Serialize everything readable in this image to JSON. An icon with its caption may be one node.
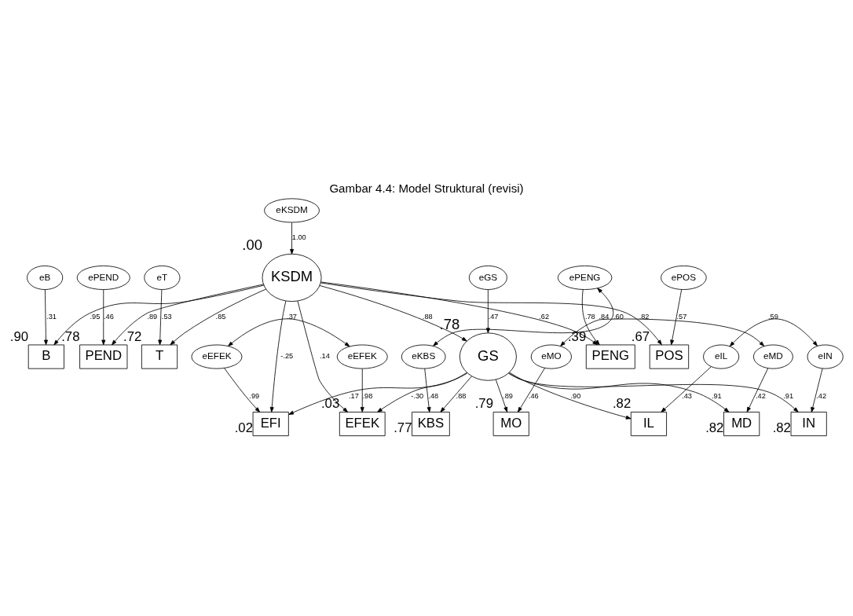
{
  "diagram": {
    "title": "Gambar 4.4: Model Struktural (revisi)",
    "nodes": [
      {
        "text": [
          "eT"
        ]
      },
      {
        "text": [
          "T"
        ],
        "beside": [
          ".72"
        ]
      },
      {
        "text": [
          "eB"
        ]
      },
      {
        "text": [
          "B"
        ],
        "beside": [
          ".90"
        ]
      },
      {
        "text": [
          "ePEND"
        ]
      },
      {
        "text": [
          "PEND"
        ],
        "beside": [
          ".78"
        ]
      },
      {
        "text": [
          "ePOS"
        ]
      },
      {
        "text": [
          "POS"
        ],
        "beside": [
          ".67"
        ]
      },
      {
        "text": [
          "ePENG"
        ]
      },
      {
        "text": [
          "PENG"
        ],
        "beside": [
          ".39"
        ]
      },
      {
        "text": [
          "eKSDM"
        ]
      },
      {
        "text": [
          "KSDM"
        ],
        "beside": [
          ".00"
        ]
      },
      {
        "text": [
          "EFI"
        ],
        "beside": [
          ".02"
        ]
      },
      {
        "text": [
          "eEFEK"
        ]
      },
      {
        "text": [
          "EFEK"
        ],
        "beside": [
          ".03"
        ]
      },
      {
        "text": [
          "eEFEK"
        ]
      },
      {
        "text": [
          "eGS"
        ]
      },
      {
        "text": [
          "GS"
        ],
        "beside": [
          ".78"
        ]
      },
      {
        "text": [
          "KBS"
        ],
        "beside": [
          ".77"
        ]
      },
      {
        "text": [
          "IL"
        ],
        "beside": [
          ".82"
        ]
      },
      {
        "text": [
          "IN"
        ],
        "beside": [
          ".82"
        ]
      },
      {
        "text": [
          "MO"
        ],
        "beside": [
          ".79"
        ]
      },
      {
        "text": [
          "MD"
        ],
        "beside": [
          ".82"
        ]
      },
      {
        "text": [
          "eKBS"
        ]
      },
      {
        "text": [
          "eIL"
        ]
      },
      {
        "text": [
          "eIN"
        ]
      },
      {
        "text": [
          "eMO"
        ]
      },
      {
        "text": [
          "eMD"
        ]
      }
    ],
    "edges": [
      {
        "from": 0,
        "to": 1,
        "arrow": "to",
        "label": ".53"
      },
      {
        "from": 2,
        "to": 3,
        "arrow": "to",
        "label": ".31"
      },
      {
        "from": 4,
        "to": 5,
        "arrow": "to",
        "label": ".46"
      },
      {
        "from": 6,
        "to": 7,
        "arrow": "to",
        "label": ".57"
      },
      {
        "from": 8,
        "to": 9,
        "arrow": "to",
        "label": ".78"
      },
      {
        "from": 11,
        "to": 1,
        "arrow": "to",
        "label": ".85"
      },
      {
        "from": 11,
        "to": 3,
        "arrow": "to",
        "label": ".95"
      },
      {
        "from": 11,
        "to": 5,
        "arrow": "to",
        "label": ".89"
      },
      {
        "from": 11,
        "to": 7,
        "arrow": "to",
        "label": ".82"
      },
      {
        "from": 11,
        "to": 9,
        "arrow": "to",
        "label": ".62"
      },
      {
        "from": 10,
        "to": 11,
        "arrow": "to",
        "label": "1.00"
      },
      {
        "from": 11,
        "to": 12,
        "arrow": "to",
        "label": "-.25"
      },
      {
        "from": 11,
        "to": 14,
        "arrow": "to",
        "label": ".14"
      },
      {
        "from": 11,
        "to": 17,
        "arrow": "to",
        "label": ".88"
      },
      {
        "from": 13,
        "to": 12,
        "arrow": "to",
        "label": ".99"
      },
      {
        "from": 15,
        "to": 14,
        "arrow": "to",
        "label": ".98"
      },
      {
        "from": 13,
        "to": 15,
        "arrow": "both",
        "label": ".37"
      },
      {
        "from": 17,
        "to": 12,
        "arrow": "to",
        "label": ".17"
      },
      {
        "from": 17,
        "to": 14,
        "arrow": "to",
        "label": "-.30"
      },
      {
        "from": 16,
        "to": 17,
        "arrow": "to",
        "label": ".47"
      },
      {
        "from": 17,
        "to": 18,
        "arrow": "to",
        "label": ".88"
      },
      {
        "from": 17,
        "to": 19,
        "arrow": "to",
        "label": ".90"
      },
      {
        "from": 17,
        "to": 20,
        "arrow": "to",
        "label": ".91"
      },
      {
        "from": 17,
        "to": 21,
        "arrow": "to",
        "label": ".89"
      },
      {
        "from": 17,
        "to": 22,
        "arrow": "to",
        "label": ".91"
      },
      {
        "from": 23,
        "to": 18,
        "arrow": "to",
        "label": ".48"
      },
      {
        "from": 24,
        "to": 19,
        "arrow": "to",
        "label": ".43"
      },
      {
        "from": 25,
        "to": 20,
        "arrow": "to",
        "label": ".42"
      },
      {
        "from": 26,
        "to": 21,
        "arrow": "to",
        "label": ".46"
      },
      {
        "from": 27,
        "to": 22,
        "arrow": "to",
        "label": ".42"
      },
      {
        "from": 8,
        "to": 23,
        "arrow": "both",
        "label": ".60"
      },
      {
        "from": 24,
        "to": 25,
        "arrow": "both",
        "label": ".59"
      },
      {
        "from": 26,
        "to": 27,
        "arrow": "both",
        "label": ".84"
      }
    ]
  }
}
